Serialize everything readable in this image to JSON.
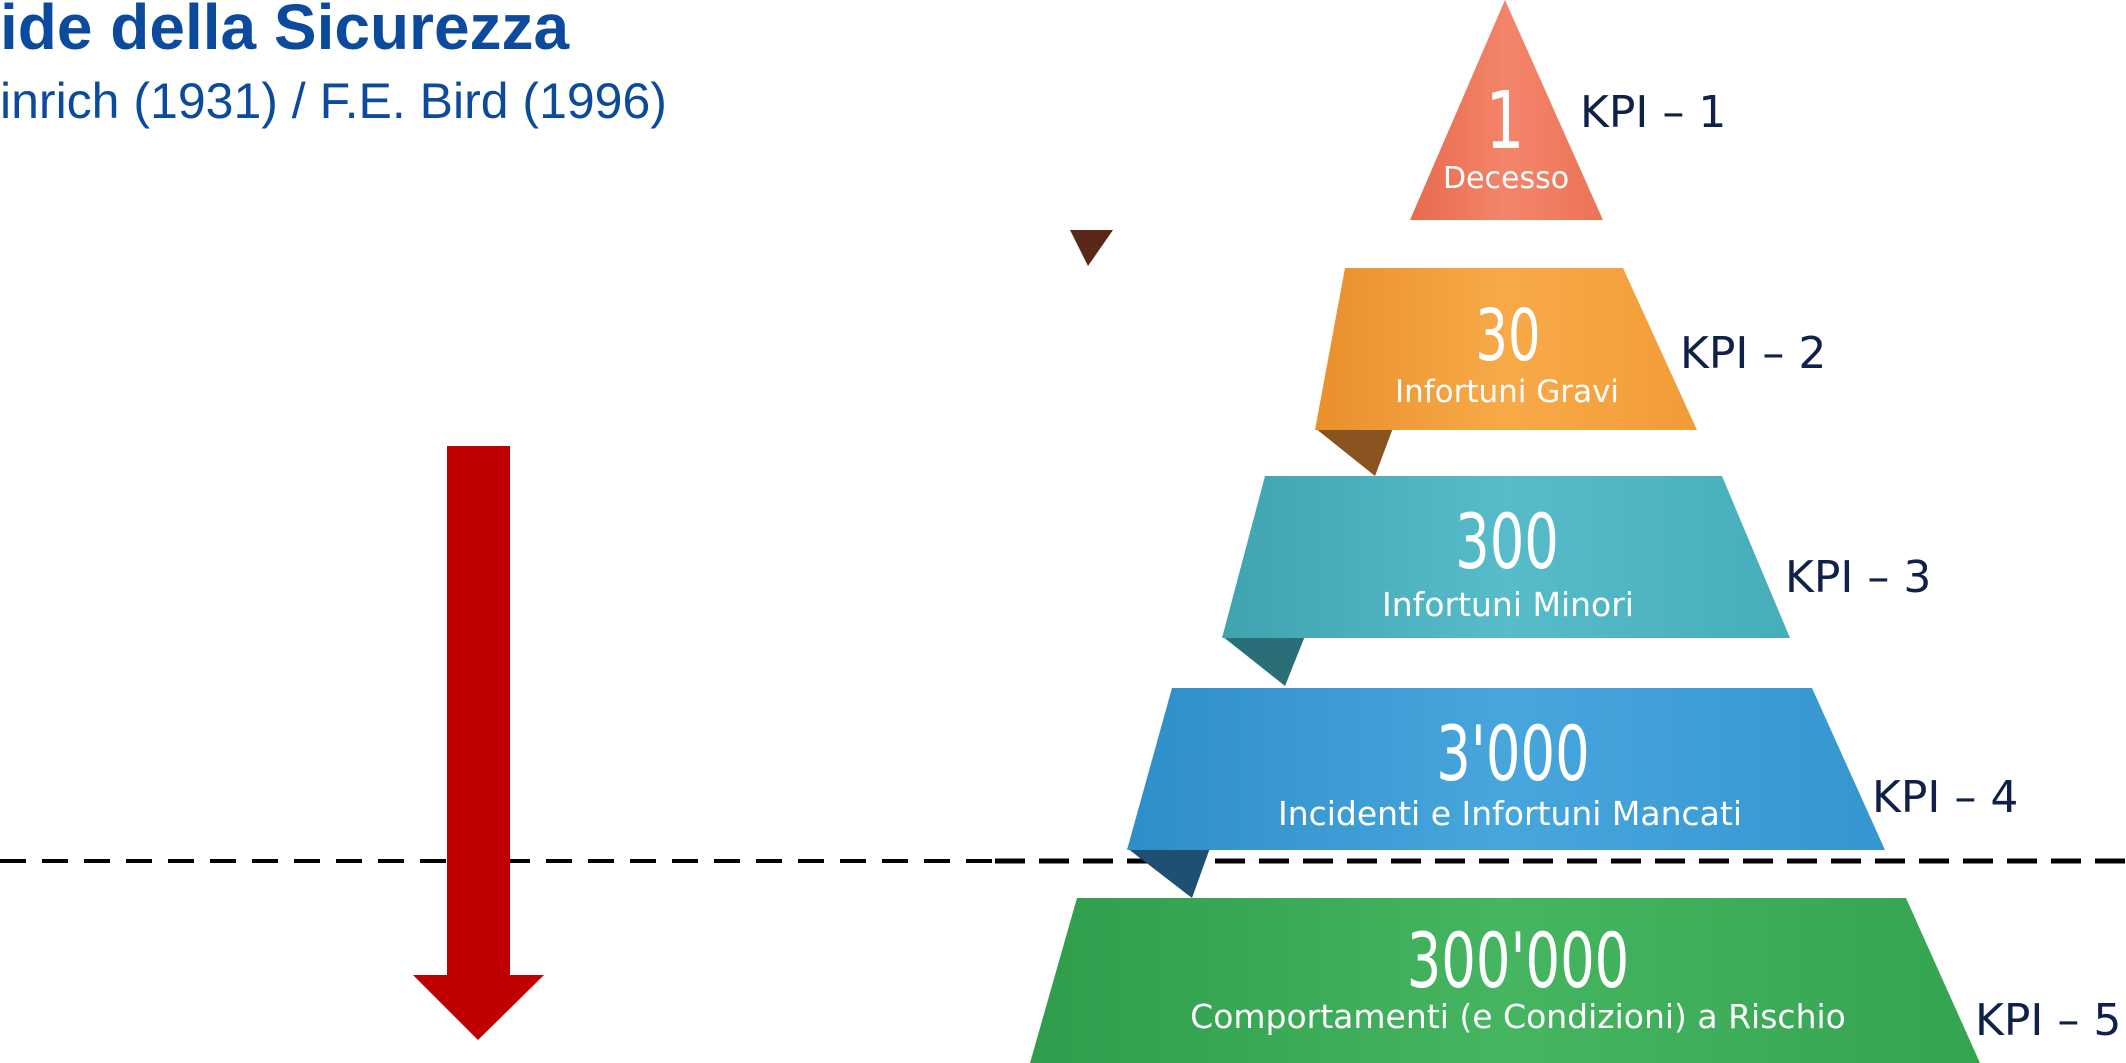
{
  "header": {
    "title": "ide della Sicurezza",
    "subtitle": "inrich (1931) / F.E. Bird (1996)"
  },
  "pyramid": {
    "levels": [
      {
        "value": "1",
        "label": "Decesso",
        "kpi": "KPI – 1",
        "color": "#ef7b5f"
      },
      {
        "value": "30",
        "label": "Infortuni Gravi",
        "kpi": "KPI – 2",
        "color": "#f6a23f"
      },
      {
        "value": "300",
        "label": "Infortuni Minori",
        "kpi": "KPI – 3",
        "color": "#4fb5c3"
      },
      {
        "value": "3'000",
        "label": "Incidenti e Infortuni Mancati",
        "kpi": "KPI – 4",
        "color": "#3f9fd6"
      },
      {
        "value": "300'000",
        "label": "Comportamenti (e Condizioni) a Rischio",
        "kpi": "KPI – 5",
        "color": "#3fad5a"
      }
    ]
  },
  "colors": {
    "title": "#0b4a9c",
    "kpi_text": "#0f2149",
    "arrow": "#c00000",
    "dashed_line": "#000000"
  },
  "icons": {
    "arrow": "down-arrow-icon"
  }
}
